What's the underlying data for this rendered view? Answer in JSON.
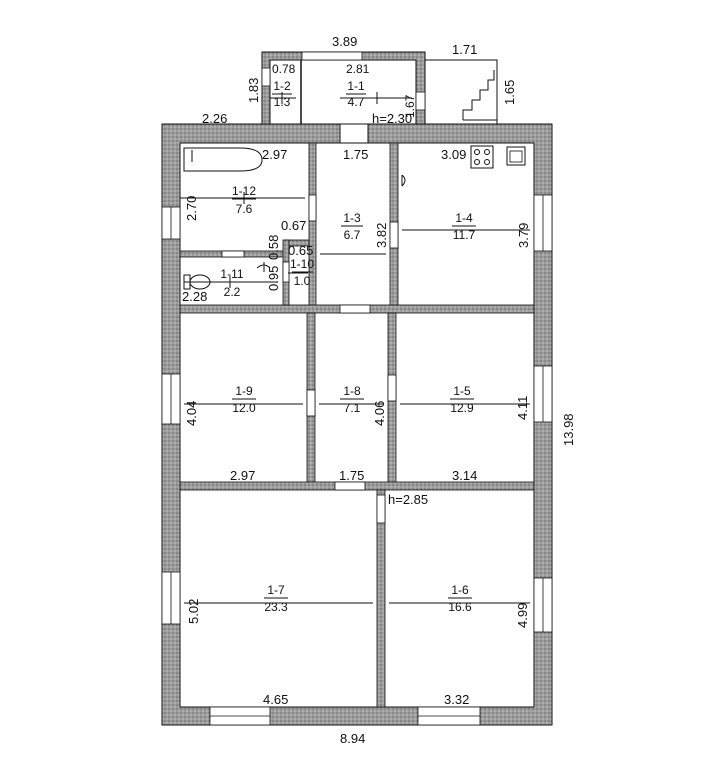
{
  "rooms": [
    {
      "id": "1-1",
      "area": "4.7"
    },
    {
      "id": "1-2",
      "area": "1.3"
    },
    {
      "id": "1-3",
      "area": "6.7"
    },
    {
      "id": "1-4",
      "area": "11.7"
    },
    {
      "id": "1-5",
      "area": "12.9"
    },
    {
      "id": "1-6",
      "area": "16.6"
    },
    {
      "id": "1-7",
      "area": "23.3"
    },
    {
      "id": "1-8",
      "area": "7.1"
    },
    {
      "id": "1-9",
      "area": "12.0"
    },
    {
      "id": "1-10",
      "area": "1.0"
    },
    {
      "id": "1-11",
      "area": "2.2"
    },
    {
      "id": "1-12",
      "area": "7.6"
    }
  ],
  "dimensions": {
    "porch_top": "3.89",
    "porch_right_top": "1.71",
    "porch_left": "1.83",
    "porch_small_width": "0.78",
    "porch_main_width": "2.81",
    "porch_inner_height": "1.67",
    "stairs_height": "1.65",
    "top_left": "2.26",
    "ceiling_porch": "h=2.30",
    "bath_width": "2.97",
    "bath_height": "2.70",
    "room3_width": "1.75",
    "room3_height": "3.82",
    "room4_width": "3.09",
    "room4_height": "3.79",
    "corr_width": "0.67",
    "corr_0_58": "0.58",
    "corr_0_65": "0.65",
    "wc_height": "0.95",
    "wc_width": "2.28",
    "room9_height": "4.04",
    "room9_width": "2.97",
    "room8_height": "4.06",
    "room8_width": "1.75",
    "room5_width": "3.14",
    "room5_height": "4.11",
    "total_height": "13.98",
    "ceiling_main": "h=2.85",
    "room7_height": "5.02",
    "room7_width": "4.65",
    "room6_height": "4.99",
    "room6_width": "3.32",
    "total_width": "8.94"
  },
  "colors": {
    "wall": "#8a8a8a",
    "line": "#111111",
    "background": "#ffffff"
  },
  "icons": [
    "stove-icon",
    "sink-icon",
    "bathtub-icon",
    "toilet-icon",
    "stairs-icon",
    "door-swing-icon",
    "window-icon"
  ]
}
